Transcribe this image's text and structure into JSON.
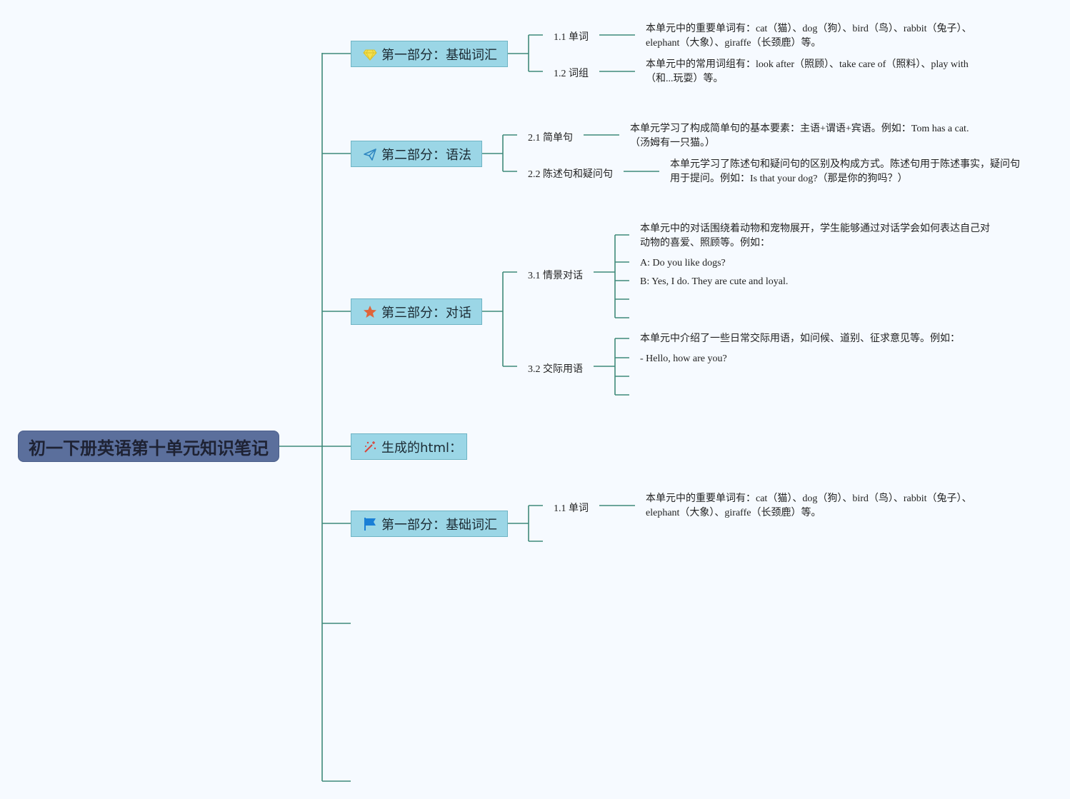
{
  "root": {
    "title": "初一下册英语第十单元知识笔记"
  },
  "topics": [
    {
      "label": "第一部分：基础词汇",
      "icon": "diamond-icon",
      "subs": [
        {
          "label": "1.1 单词",
          "leaves": [
            "本单元中的重要单词有：cat（猫）、dog（狗）、bird（鸟）、rabbit（兔子）、elephant（大象）、giraffe（长颈鹿）等。"
          ]
        },
        {
          "label": "1.2 词组",
          "leaves": [
            "本单元中的常用词组有：look after（照顾）、take care of（照料）、play with（和...玩耍）等。"
          ]
        }
      ]
    },
    {
      "label": "第二部分：语法",
      "icon": "paper-plane-icon",
      "subs": [
        {
          "label": "2.1 简单句",
          "leaves": [
            "本单元学习了构成简单句的基本要素：主语+谓语+宾语。例如：Tom has a cat.（汤姆有一只猫。）"
          ]
        },
        {
          "label": "2.2 陈述句和疑问句",
          "leaves": [
            "本单元学习了陈述句和疑问句的区别及构成方式。陈述句用于陈述事实，疑问句用于提问。例如：Is that your dog?（那是你的狗吗？）"
          ]
        }
      ]
    },
    {
      "label": "第三部分：对话",
      "icon": "star-icon",
      "subs": [
        {
          "label": "3.1 情景对话",
          "leaves": [
            "本单元中的对话围绕着动物和宠物展开，学生能够通过对话学会如何表达自己对动物的喜爱、照顾等。例如：",
            "A: Do you like dogs?",
            "B: Yes, I do. They are cute and loyal.",
            "",
            ""
          ]
        },
        {
          "label": "3.2 交际用语",
          "leaves": [
            "本单元中介绍了一些日常交际用语，如问候、道别、征求意见等。例如：",
            "- Hello, how are you?",
            "",
            ""
          ]
        }
      ]
    },
    {
      "label": "生成的html：",
      "icon": "magic-wand-icon",
      "subs": []
    },
    {
      "label": "第一部分：基础词汇",
      "icon": "flag-icon",
      "subs": [
        {
          "label": "1.1 单词",
          "leaves": [
            "本单元中的重要单词有：cat（猫）、dog（狗）、bird（鸟）、rabbit（兔子）、elephant（大象）、giraffe（长颈鹿）等。"
          ]
        },
        {
          "label": "",
          "leaves": []
        }
      ]
    },
    {
      "label": "",
      "icon": "",
      "subs": []
    },
    {
      "label": "",
      "icon": "",
      "subs": []
    }
  ],
  "colors": {
    "background": "#f6faff",
    "root_fill": "#5b6f9c",
    "topic_fill": "#9bd6e6",
    "connector": "#3f8a7a",
    "diamond": "#f4e04d",
    "plane": "#2e86c1",
    "star": "#e0643a",
    "wand": "#d9453b",
    "flag": "#1a7fd6"
  }
}
